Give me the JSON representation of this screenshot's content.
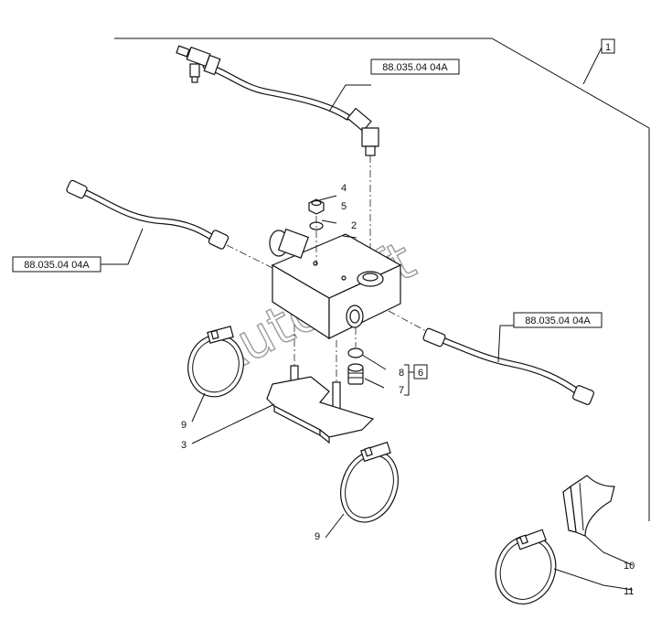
{
  "refs": {
    "top": "88.035.04 04A",
    "left": "88.035.04 04A",
    "right": "88.035.04 04A"
  },
  "callouts": {
    "c1": "1",
    "c2": "2",
    "c3": "3",
    "c4": "4",
    "c5": "5",
    "c6": "6",
    "c7": "7",
    "c8": "8",
    "c9a": "9",
    "c9b": "9",
    "c10": "10",
    "c11": "11"
  },
  "watermark": "AutoSoft"
}
